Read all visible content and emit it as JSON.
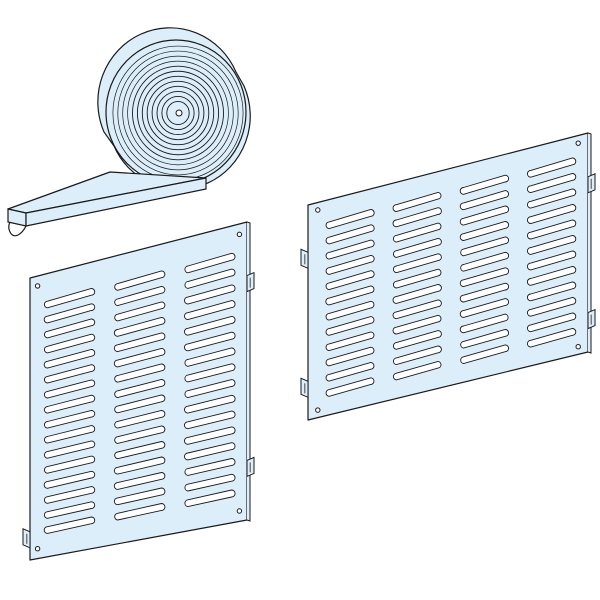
{
  "illustration": {
    "items": [
      {
        "name": "seal-tape-roll"
      },
      {
        "name": "ventilated-panel-left",
        "slot_columns": 3,
        "slot_rows": 16
      },
      {
        "name": "ventilated-panel-right",
        "slot_columns": 4,
        "slot_rows": 12
      }
    ],
    "colors": {
      "fill": "#ddeefb",
      "outline": "#1a1a1a",
      "background": "#ffffff"
    }
  }
}
